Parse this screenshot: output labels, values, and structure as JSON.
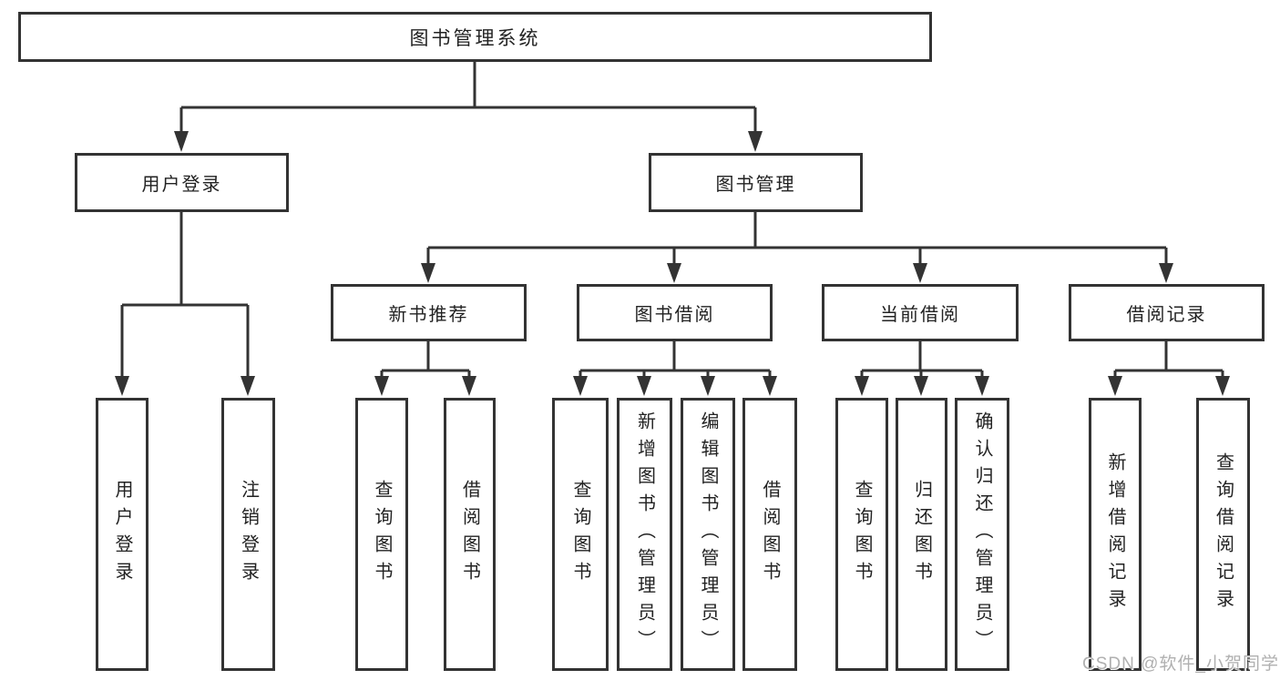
{
  "diagram_title": "图书管理系统",
  "watermark": "CSDN @软件_小贺同学",
  "colors": {
    "line": "#333333",
    "box_border": "#333333",
    "text": "#222222",
    "watermark": "#b0b0b0",
    "background": "#ffffff"
  },
  "tree": {
    "root": {
      "label": "图书管理系统"
    },
    "branches": [
      {
        "label": "用户登录",
        "leaves": [
          {
            "label": "用户登录"
          },
          {
            "label": "注销登录"
          }
        ]
      },
      {
        "label": "图书管理",
        "groups": [
          {
            "label": "新书推荐",
            "leaves": [
              {
                "label": "查询图书"
              },
              {
                "label": "借阅图书"
              }
            ]
          },
          {
            "label": "图书借阅",
            "leaves": [
              {
                "label": "查询图书"
              },
              {
                "label": "新增图书（管理员）"
              },
              {
                "label": "编辑图书（管理员）"
              },
              {
                "label": "借阅图书"
              }
            ]
          },
          {
            "label": "当前借阅",
            "leaves": [
              {
                "label": "查询图书"
              },
              {
                "label": "归还图书"
              },
              {
                "label": "确认归还（管理员）"
              }
            ]
          },
          {
            "label": "借阅记录",
            "leaves": [
              {
                "label": "新增借阅记录"
              },
              {
                "label": "查询借阅记录"
              }
            ]
          }
        ]
      }
    ]
  }
}
